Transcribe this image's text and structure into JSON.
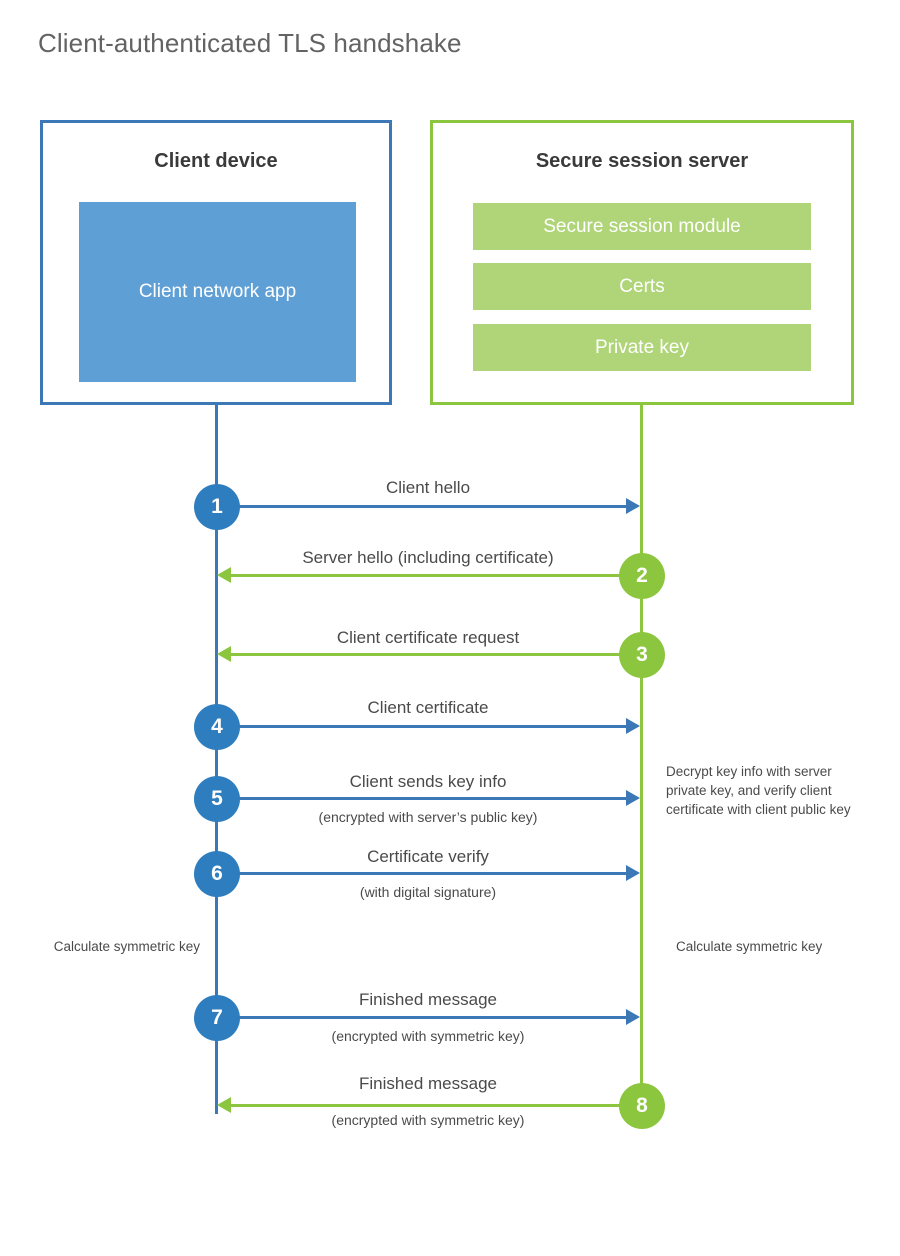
{
  "title": "Client-authenticated TLS handshake",
  "colors": {
    "client_accent": "#3b78b5",
    "client_circle": "#2e7dbf",
    "client_app_fill": "#5e9fd6",
    "server_accent": "#8cc63e",
    "server_bar_fill": "#afd578",
    "text": "#4a4a4a",
    "title_text": "#636363",
    "background": "#ffffff"
  },
  "actors": {
    "client": {
      "title": "Client device",
      "app_label": "Client network app"
    },
    "server": {
      "title": "Secure session server",
      "components": [
        "Secure session module",
        "Certs",
        "Private key"
      ]
    }
  },
  "steps": [
    {
      "number": "1",
      "label": "Client hello",
      "sublabel": "",
      "direction": "client-to-server"
    },
    {
      "number": "2",
      "label": "Server hello (including certificate)",
      "sublabel": "",
      "direction": "server-to-client"
    },
    {
      "number": "3",
      "label": "Client certificate request",
      "sublabel": "",
      "direction": "server-to-client"
    },
    {
      "number": "4",
      "label": "Client certificate",
      "sublabel": "",
      "direction": "client-to-server"
    },
    {
      "number": "5",
      "label": "Client sends key info",
      "sublabel": "(encrypted with server’s public key)",
      "direction": "client-to-server"
    },
    {
      "number": "6",
      "label": "Certificate verify",
      "sublabel": "(with digital signature)",
      "direction": "client-to-server"
    },
    {
      "number": "7",
      "label": "Finished message",
      "sublabel": "(encrypted with symmetric key)",
      "direction": "client-to-server"
    },
    {
      "number": "8",
      "label": "Finished message",
      "sublabel": "(encrypted with symmetric key)",
      "direction": "server-to-client"
    }
  ],
  "notes": {
    "decrypt": "Decrypt key info with server private key, and verify client certificate with client public key",
    "calculate_client": "Calculate symmetric key",
    "calculate_server": "Calculate symmetric key"
  }
}
